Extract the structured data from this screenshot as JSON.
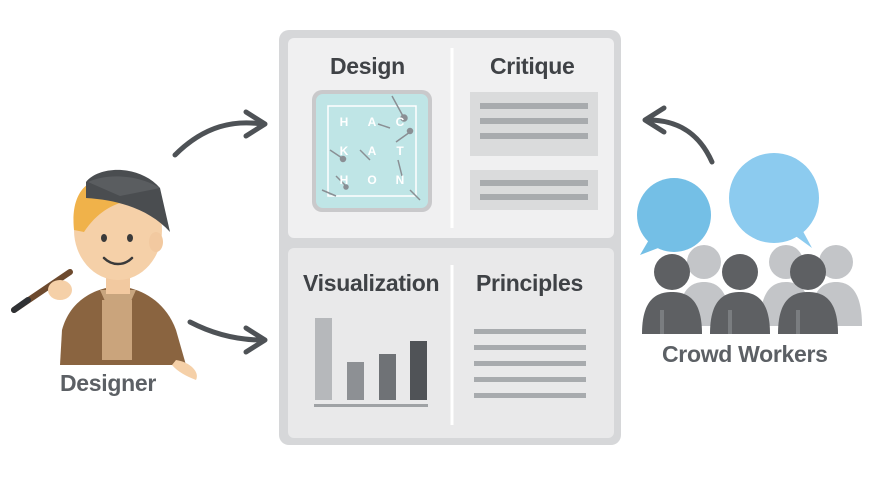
{
  "designer": {
    "label": "Designer"
  },
  "crowd": {
    "label": "Crowd Workers"
  },
  "panels": {
    "design": {
      "title": "Design"
    },
    "critique": {
      "title": "Critique"
    },
    "visualization": {
      "title": "Visualization"
    },
    "principles": {
      "title": "Principles"
    }
  },
  "hackathon": {
    "letters": [
      "H",
      "A",
      "C",
      "K",
      "A",
      "T",
      "H",
      "O",
      "N"
    ]
  },
  "colors": {
    "frame": "#d6d7d9",
    "panel": "#f0f0f1",
    "speech_bubble": "#74bfe6",
    "people": "#5e6063",
    "arrow": "#4e5256",
    "design_thumb": "#bfe5e6"
  }
}
